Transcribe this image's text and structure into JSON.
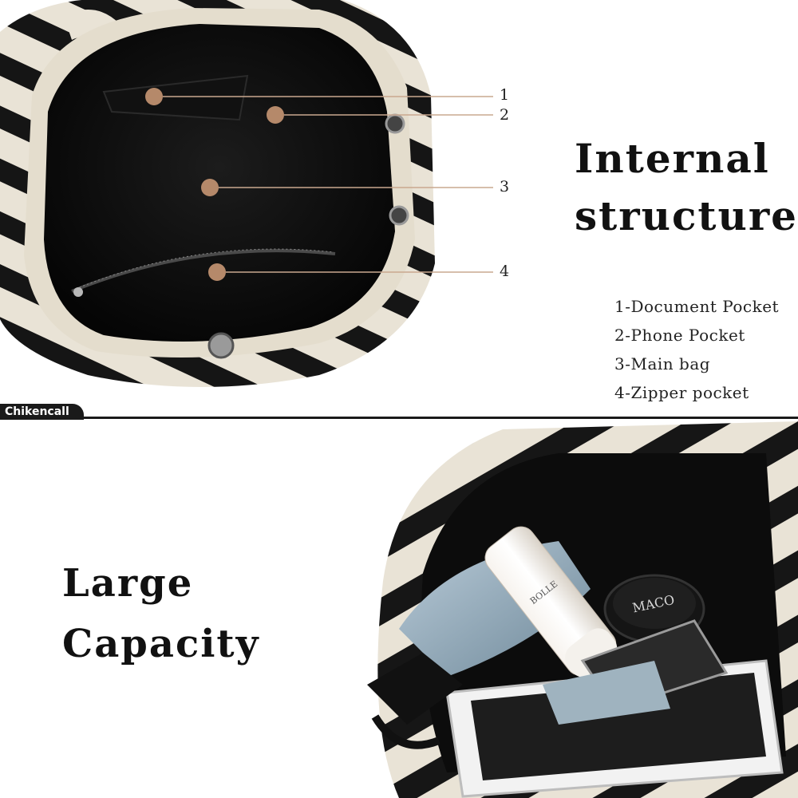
{
  "top": {
    "heading_line1": "Internal",
    "heading_line2": "structure",
    "callouts": [
      "1",
      "2",
      "3",
      "4"
    ],
    "legend": [
      "1-Document Pocket",
      "2-Phone Pocket",
      "3-Main bag",
      "4-Zipper pocket"
    ],
    "marker_color": "#b5896a"
  },
  "brand": {
    "name": "Chikencall"
  },
  "bottom": {
    "heading_line1": "Large",
    "heading_line2": "Capacity",
    "lotion_label": "BOLLE",
    "compact_label": "MACO"
  }
}
